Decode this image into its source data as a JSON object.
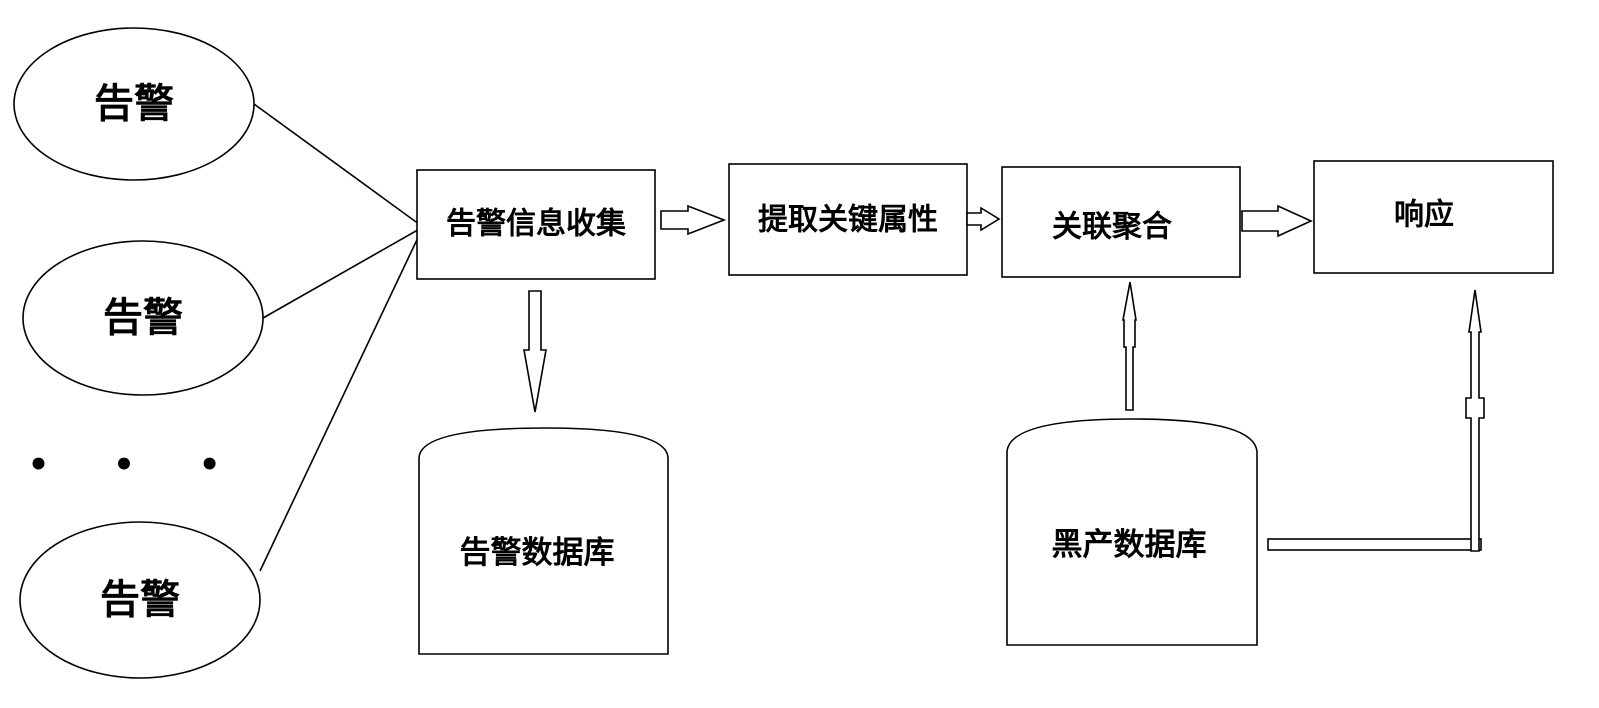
{
  "alerts": [
    {
      "label": "告警"
    },
    {
      "label": "告警"
    },
    {
      "label": "告警"
    }
  ],
  "ellipsis": "• • •",
  "steps": [
    {
      "label": "告警信息收集"
    },
    {
      "label": "提取关键属性"
    },
    {
      "label": "关联聚合"
    },
    {
      "label": "响应"
    }
  ],
  "databases": [
    {
      "label": "告警数据库"
    },
    {
      "label": "黑产数据库"
    }
  ],
  "colors": {
    "stroke": "#000000",
    "fill": "#ffffff"
  }
}
